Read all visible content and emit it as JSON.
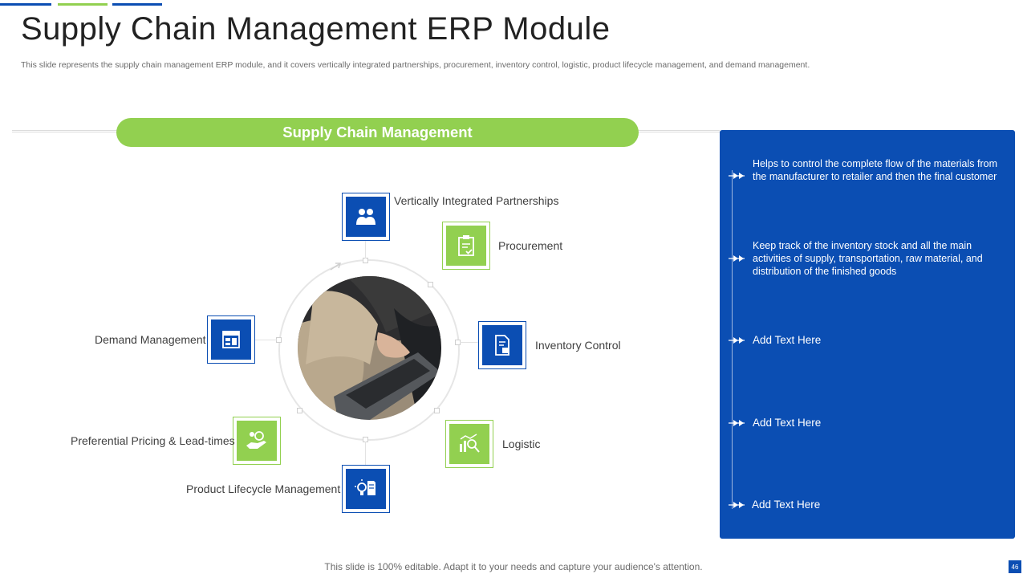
{
  "title": "Supply Chain Management ERP Module",
  "subtitle": "This slide represents the supply chain management  ERP  module,  and it  covers vertically integrated partnerships, procurement, inventory control, logistic, product lifecycle management, and demand  management.",
  "banner": "Supply Chain Management",
  "items": [
    {
      "label": "Vertically Integrated Partnerships",
      "icon": "partnership-icon"
    },
    {
      "label": "Procurement",
      "icon": "clipboard-check-icon"
    },
    {
      "label": "Inventory  Control",
      "icon": "inventory-document-icon"
    },
    {
      "label": "Logistic",
      "icon": "analytics-magnifier-icon"
    },
    {
      "label": "Product Lifecycle Management",
      "icon": "lightbulb-document-icon"
    },
    {
      "label": "Preferential  Pricing  & Lead-times",
      "icon": "hand-coins-icon"
    },
    {
      "label": "Demand  Management",
      "icon": "calendar-dashboard-icon"
    }
  ],
  "panel": {
    "entries": [
      "Helps to control the complete flow  of the materials from the manufacturer  to retailer and then the final customer",
      "Keep track of the inventory  stock and all the main activities of supply, transportation, raw material, and distribution of the finished goods",
      "Add Text Here",
      "Add Text Here",
      "Add Text Here"
    ]
  },
  "footer": "This slide is 100% editable. Adapt it to your needs and capture your audience's attention.",
  "page_number": "46",
  "colors": {
    "blue": "#0b4eb3",
    "green": "#92d050"
  }
}
